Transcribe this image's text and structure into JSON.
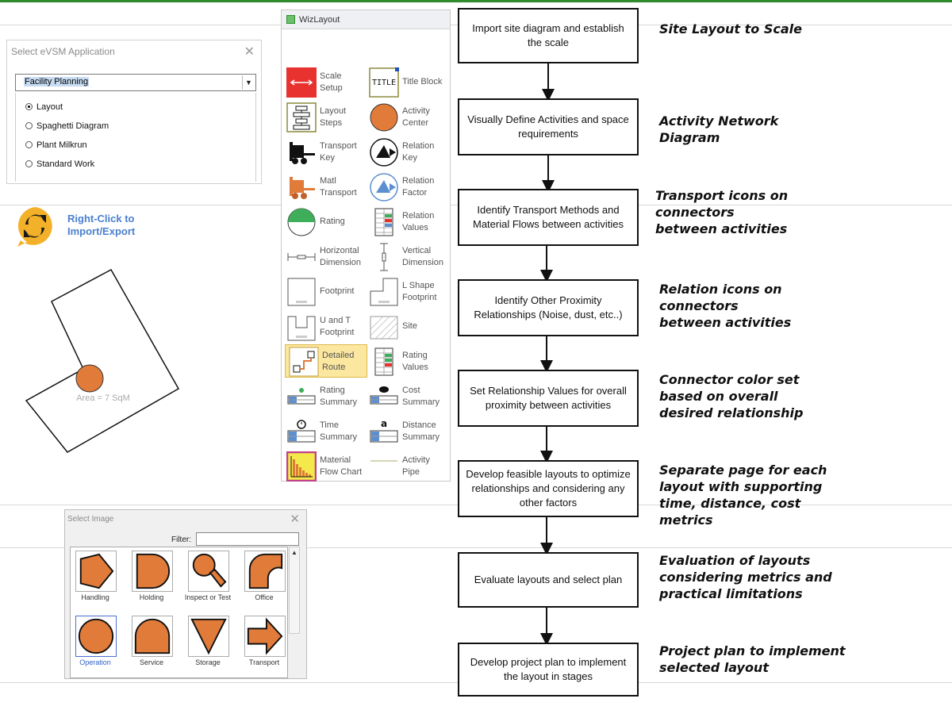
{
  "evsm_dialog": {
    "title": "Select eVSM Application",
    "close_glyph": "✕",
    "selected_app": "Facility Planning",
    "options": [
      {
        "label": "Layout",
        "checked": true
      },
      {
        "label": "Spaghetti Diagram",
        "checked": false
      },
      {
        "label": "Plant Milkrun",
        "checked": false
      },
      {
        "label": "Standard Work",
        "checked": false
      }
    ]
  },
  "import_export": {
    "line1": "Right-Click to",
    "line2": "Import/Export",
    "icon": "sync-arrows-icon"
  },
  "area_label": "Area = 7 SqM",
  "wizlayout": {
    "title": "WizLayout",
    "items": [
      {
        "label1": "Scale",
        "label2": "Setup",
        "icon": "scale-setup-icon"
      },
      {
        "label1": "Title Block",
        "label2": "",
        "icon": "title-block-icon",
        "icon_text": "TITLE"
      },
      {
        "label1": "Layout",
        "label2": "Steps",
        "icon": "layout-steps-icon"
      },
      {
        "label1": "Activity",
        "label2": "Center",
        "icon": "activity-center-icon"
      },
      {
        "label1": "Transport",
        "label2": "Key",
        "icon": "transport-key-icon"
      },
      {
        "label1": "Relation",
        "label2": "Key",
        "icon": "relation-key-icon"
      },
      {
        "label1": "Matl",
        "label2": "Transport",
        "icon": "matl-transport-icon"
      },
      {
        "label1": "Relation",
        "label2": "Factor",
        "icon": "relation-factor-icon"
      },
      {
        "label1": "Rating",
        "label2": "",
        "icon": "rating-icon"
      },
      {
        "label1": "Relation",
        "label2": "Values",
        "icon": "relation-values-icon"
      },
      {
        "label1": "Horizontal",
        "label2": "Dimension",
        "icon": "horizontal-dimension-icon"
      },
      {
        "label1": "Vertical",
        "label2": "Dimension",
        "icon": "vertical-dimension-icon"
      },
      {
        "label1": "Footprint",
        "label2": "",
        "icon": "footprint-icon"
      },
      {
        "label1": "L Shape",
        "label2": "Footprint",
        "icon": "l-shape-footprint-icon"
      },
      {
        "label1": "U and T",
        "label2": "Footprint",
        "icon": "u-t-footprint-icon"
      },
      {
        "label1": "Site",
        "label2": "",
        "icon": "site-icon"
      },
      {
        "label1": "Detailed",
        "label2": "Route",
        "icon": "detailed-route-icon"
      },
      {
        "label1": "Rating",
        "label2": "Values",
        "icon": "rating-values-icon"
      },
      {
        "label1": "Rating",
        "label2": "Summary",
        "icon": "rating-summary-icon"
      },
      {
        "label1": "Cost",
        "label2": "Summary",
        "icon": "cost-summary-icon"
      },
      {
        "label1": "Time",
        "label2": "Summary",
        "icon": "time-summary-icon"
      },
      {
        "label1": "Distance",
        "label2": "Summary",
        "icon": "distance-summary-icon"
      },
      {
        "label1": "Material",
        "label2": "Flow Chart",
        "icon": "material-flow-chart-icon"
      },
      {
        "label1": "Activity",
        "label2": "Pipe",
        "icon": "activity-pipe-icon"
      }
    ]
  },
  "flow_steps": [
    "Import site diagram and establish the scale",
    "Visually Define Activities and space requirements",
    "Identify Transport Methods and Material Flows between activities",
    "Identify Other Proximity Relationships (Noise, dust, etc..)",
    "Set Relationship Values for overall proximity between activities",
    "Develop feasible layouts to optimize relationships and considering any other factors",
    "Evaluate layouts and select plan",
    "Develop project plan to implement the layout in stages"
  ],
  "flow_notes": [
    "Site Layout to Scale",
    "Activity Network Diagram",
    "Transport icons on connectors between activities",
    "Relation icons on connectors between activities",
    "Connector color set based on overall desired relationship",
    "Separate page for each layout with supporting time, distance, cost metrics",
    "Evaluation of layouts considering metrics and practical limitations",
    "Project plan to implement selected layout"
  ],
  "select_image": {
    "title": "Select Image",
    "close_glyph": "✕",
    "filter_label": "Filter:",
    "filter_value": "",
    "items": [
      {
        "label": "Handling",
        "icon": "handling-icon"
      },
      {
        "label": "Holding",
        "icon": "holding-icon"
      },
      {
        "label": "Inspect or Test",
        "icon": "inspect-test-icon"
      },
      {
        "label": "Office",
        "icon": "office-icon"
      },
      {
        "label": "Operation",
        "icon": "operation-icon",
        "selected": true
      },
      {
        "label": "Service",
        "icon": "service-icon"
      },
      {
        "label": "Storage",
        "icon": "storage-icon"
      },
      {
        "label": "Transport",
        "icon": "transport-icon"
      }
    ]
  },
  "colors": {
    "accent_orange": "#e07b3a",
    "link_blue": "#4a7fd0",
    "highlight": "#fbe7a0",
    "frame_green": "#2e8b2e"
  }
}
